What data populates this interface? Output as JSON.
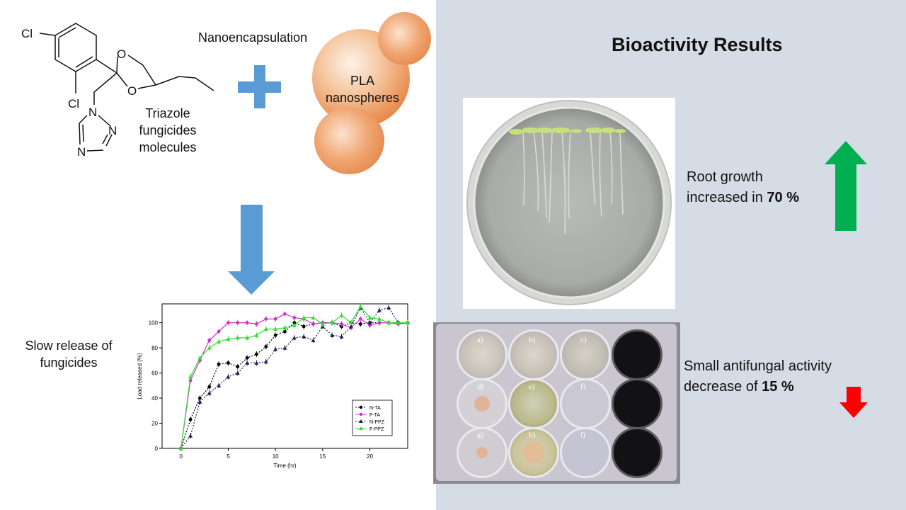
{
  "right_panel": {
    "title": "Bioactivity Results"
  },
  "left_panel": {
    "molecule_atoms": [
      "Cl",
      "Cl",
      "O",
      "O",
      "N",
      "N",
      "N"
    ],
    "triazole_label": [
      "Triazole",
      "fungicides",
      "molecules"
    ],
    "nanoencapsulation_label": "Nanoencapsulation",
    "pla_label": [
      "PLA",
      "nanospheres"
    ],
    "slow_release_label": [
      "Slow release  of",
      "fungicides"
    ]
  },
  "root_growth": {
    "line1": "Root growth",
    "line2_prefix": "increased in ",
    "line2_value": "70 %"
  },
  "antifungal": {
    "line1": "Small antifungal activity",
    "line2_prefix": "decrease of ",
    "line2_value": "15 %"
  },
  "well_plate": {
    "labels": [
      "a)",
      "b)",
      "c)",
      "d)",
      "e)",
      "f)",
      "g)",
      "h)",
      "i)"
    ]
  },
  "colors": {
    "right_background": "#d6dce5",
    "plus": "#5b9bd5",
    "arrow_down_blue": "#5b9bd5",
    "arrow_up": "#00b050",
    "arrow_down_red": "#ff0000",
    "sphere": "#e07c3e"
  },
  "chart_data": {
    "type": "line",
    "xlabel": "Time (hr)",
    "ylabel": "Load released (%)",
    "xlim": [
      -2,
      24
    ],
    "ylim": [
      0,
      115
    ],
    "xticks": [
      0,
      5,
      10,
      15,
      20
    ],
    "yticks": [
      0,
      20,
      40,
      60,
      80,
      100
    ],
    "legend_position": "bottom-right",
    "series": [
      {
        "name": "N-TA",
        "color": "#000000",
        "marker": "circle",
        "x": [
          0,
          1,
          2,
          3,
          4,
          5,
          6,
          7,
          8,
          9,
          10,
          11,
          12,
          13,
          14,
          15,
          16,
          17,
          18,
          19,
          20,
          21,
          22,
          23,
          24
        ],
        "y": [
          0,
          23,
          40,
          49,
          67,
          68,
          65,
          72,
          75,
          81,
          90,
          93,
          100,
          97,
          99,
          100,
          100,
          97,
          100,
          99,
          100,
          100,
          100,
          100,
          100
        ]
      },
      {
        "name": "F-TA",
        "color": "#cc33cc",
        "marker": "circle",
        "x": [
          0,
          1,
          2,
          3,
          4,
          5,
          6,
          7,
          8,
          9,
          10,
          11,
          12,
          13,
          14,
          15,
          16,
          17,
          18,
          19,
          20,
          21,
          22,
          23,
          24
        ],
        "y": [
          0,
          54,
          70,
          86,
          93,
          100,
          100,
          100,
          99,
          103,
          103,
          107,
          104,
          103,
          99,
          100,
          100,
          99,
          96,
          103,
          98,
          100,
          100,
          99,
          100
        ]
      },
      {
        "name": "N-PPZ",
        "color": "#1f1f5a",
        "marker": "triangle",
        "x": [
          0,
          1,
          2,
          3,
          4,
          5,
          6,
          7,
          8,
          9,
          10,
          11,
          12,
          13,
          14,
          15,
          16,
          17,
          18,
          19,
          20,
          21,
          22,
          23,
          24
        ],
        "y": [
          0,
          10,
          37,
          44,
          50,
          57,
          60,
          68,
          68,
          69,
          79,
          80,
          88,
          89,
          86,
          97,
          90,
          89,
          97,
          112,
          100,
          110,
          112,
          100,
          100
        ]
      },
      {
        "name": "F-PPZ",
        "color": "#33dd33",
        "marker": "triangle",
        "x": [
          0,
          1,
          2,
          3,
          4,
          5,
          6,
          7,
          8,
          9,
          10,
          11,
          12,
          13,
          14,
          15,
          16,
          17,
          18,
          19,
          20,
          21,
          22,
          23,
          24
        ],
        "y": [
          0,
          57,
          72,
          80,
          85,
          87,
          88,
          88,
          90,
          95,
          95,
          96,
          98,
          104,
          104,
          99,
          100,
          106,
          100,
          113,
          104,
          103,
          100,
          100,
          100
        ]
      }
    ]
  }
}
